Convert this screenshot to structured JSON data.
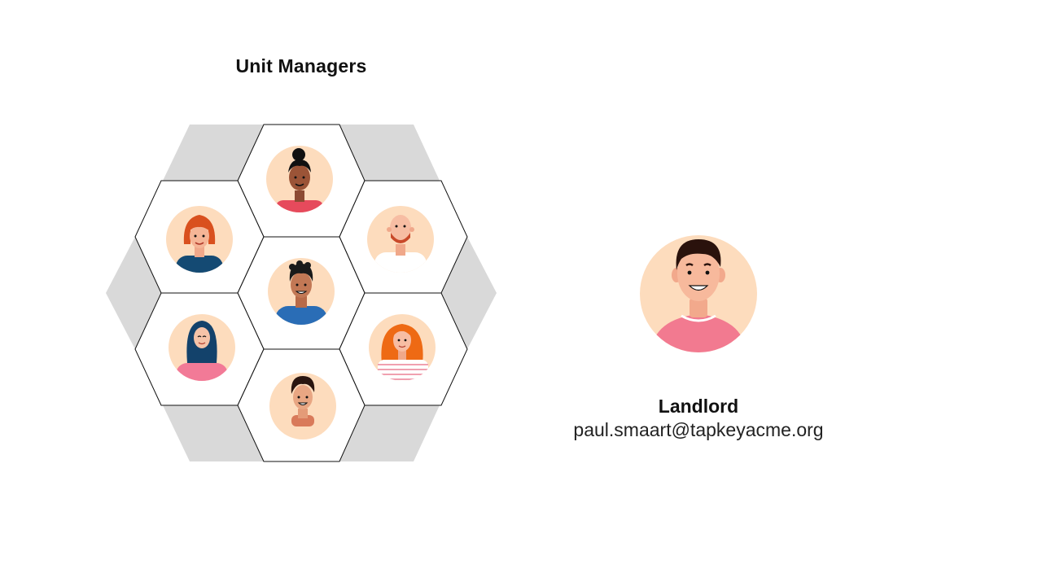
{
  "unit_managers": {
    "title": "Unit Managers",
    "members": [
      {
        "avatar": "woman-hair-bun-avatar-icon"
      },
      {
        "avatar": "woman-red-bob-avatar-icon"
      },
      {
        "avatar": "bald-bearded-man-avatar-icon"
      },
      {
        "avatar": "curly-hair-man-avatar-icon"
      },
      {
        "avatar": "woman-hijab-avatar-icon"
      },
      {
        "avatar": "woman-orange-hair-avatar-icon"
      },
      {
        "avatar": "young-man-avatar-icon"
      }
    ]
  },
  "landlord": {
    "role": "Landlord",
    "email": "paul.smaart@tapkeyacme.org",
    "avatar": "man-dark-hair-avatar-icon"
  },
  "colors": {
    "filler_hex": "#d9d9d9",
    "hex_border": "#111111",
    "avatar_bg": "#fddcbd",
    "skin_light": "#f8b69a",
    "skin_dark": "#a0573a"
  }
}
